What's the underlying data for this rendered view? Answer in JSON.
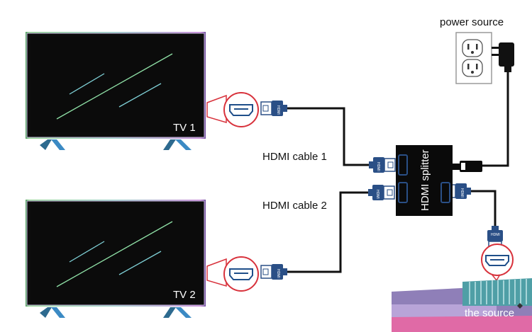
{
  "labels": {
    "tv1": "TV 1",
    "tv2": "TV 2",
    "cable1": "HDMI cable 1",
    "cable2": "HDMI cable 2",
    "power": "power source",
    "splitter": "HDMI splitter",
    "source": "the source",
    "hdmi_plug": "HDMI"
  },
  "colors": {
    "cable": "#111111",
    "plug": "#2a4f86",
    "callout": "#d8323c",
    "tv_screen": "#0c0c0c",
    "splitter_body": "#0a0a0a",
    "source_body": "#8f7fb8",
    "source_accent": "#e06aa6",
    "source_vents": "#4f9fa6"
  },
  "icons": [
    "tv-icon",
    "hdmi-port-icon",
    "hdmi-plug-icon",
    "wall-outlet-icon",
    "power-plug-icon",
    "splitter-icon",
    "source-box-icon"
  ]
}
